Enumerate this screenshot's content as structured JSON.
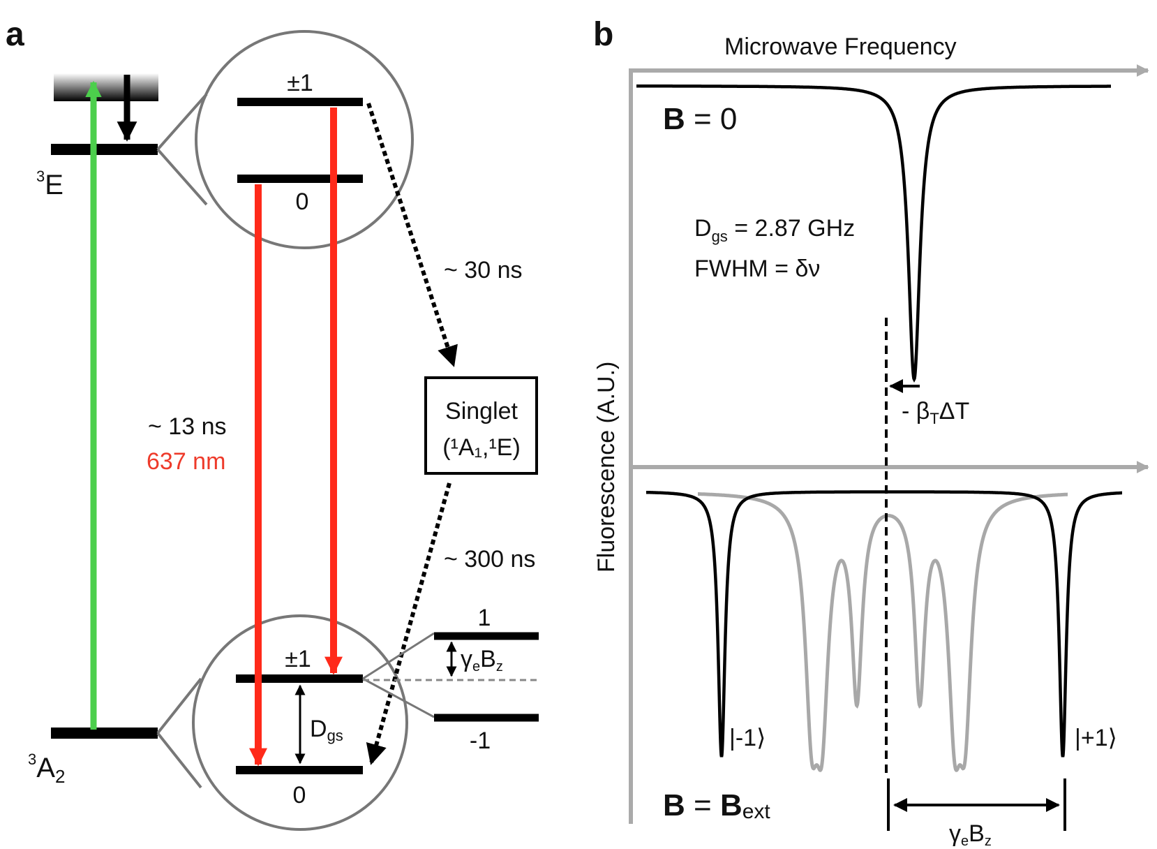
{
  "panel_a": {
    "panel_label": "a",
    "excited_state_label": "E",
    "excited_state_sup": "3",
    "ground_state_label": "A",
    "ground_state_sup": "3",
    "ground_state_sub": "2",
    "excited_upper_level": "±1",
    "excited_lower_level": "0",
    "ground_upper_level": "±1",
    "ground_lower_level": "0",
    "isc_time_excited": "~ 30 ns",
    "isc_time_singlet": "~ 300 ns",
    "radiative_time": "~ 13 ns",
    "emission_wavelength": "637 nm",
    "singlet_label": "Singlet",
    "singlet_states": "(¹A₁,¹E)",
    "zeeman_plus": "1",
    "zeeman_minus": "-1",
    "zeeman_split_label": "γₑB_z",
    "dgs_label": "D_gs",
    "colors": {
      "green": "#4ccf4c",
      "red": "#ff2a1a",
      "circle": "#777777",
      "dashed": "#888888"
    }
  },
  "panel_b": {
    "panel_label": "b",
    "x_axis_label": "Microwave Frequency",
    "y_axis_label": "Fluorescence (A.U.)",
    "top_field_label_bold": "B",
    "top_field_label_rest": " = 0",
    "dgs_line": "D_gs = 2.87 GHz",
    "fwhm_line": "FWHM = δν",
    "shift_label": "- β_TΔT",
    "bottom_field_label_bold1": "B",
    "bottom_field_label_eq": " = ",
    "bottom_field_label_bold2": "B",
    "bottom_field_label_sub": "ext",
    "minus_state": "|-1⟩",
    "plus_state": "|+1⟩",
    "split_label": "γₑB_z",
    "colors": {
      "axis": "#aaaaaa",
      "black_trace": "#000000",
      "gray_trace": "#a8a8a8"
    }
  }
}
